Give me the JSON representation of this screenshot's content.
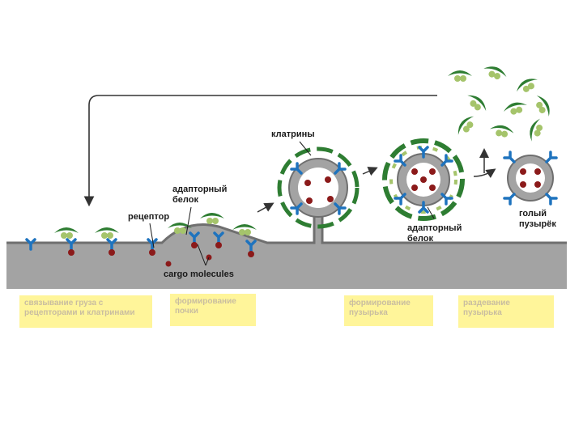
{
  "labels": {
    "clathrins": "клатрины",
    "adaptor_protein_left": "адапторный\nбелок",
    "receptor": "рецептор",
    "cargo_molecules": "cargo molecules",
    "adaptor_protein_right": "адапторный\nбелок",
    "naked_vesicle": "голый\nпузырёк"
  },
  "stages": [
    {
      "text": "связывание груза с\nрецепторами и клатринами"
    },
    {
      "text": "формирование\nпочки"
    },
    {
      "text": "формирование\nпузырька"
    },
    {
      "text": "раздевание\nпузырька"
    }
  ],
  "colors": {
    "membrane": "#9e9e9e",
    "membrane_edge": "#6f6f6f",
    "clathrin": "#2e7d32",
    "clathrin_light": "#a5c46b",
    "receptor": "#1e73be",
    "cargo": "#8b1a1a",
    "stage_box": "#fff59a"
  }
}
